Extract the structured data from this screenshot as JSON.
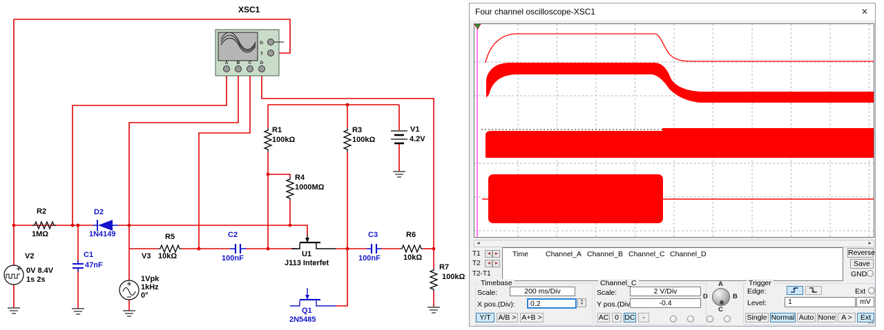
{
  "colors": {
    "wire": "#e00000",
    "component_blue": "#1414cc",
    "component_black": "#000000",
    "waveform": "#ff0000",
    "cursor": "#ff4dff",
    "scope_body": "#c9dcc9",
    "selected_btn_bg": "#cfe8f8",
    "selected_btn_border": "#3c7fb1"
  },
  "icons": {
    "close": "✕",
    "arrow_left": "◄",
    "arrow_right": "►",
    "spin_up": "▲",
    "spin_down": "▼",
    "scroll_left": "◄",
    "scroll_right": "►"
  },
  "circuit": {
    "xsc1": {
      "label": "XSC1",
      "g": "G",
      "t": "T",
      "a": "A",
      "b": "B",
      "c": "C",
      "d": "D"
    },
    "v2": {
      "name": "V2",
      "l1": "0V 8.4V",
      "l2": "1s 2s"
    },
    "r2": {
      "name": "R2",
      "value": "1MΩ"
    },
    "d2": {
      "name": "D2",
      "value": "1N4149"
    },
    "c1": {
      "name": "C1",
      "value": "47nF"
    },
    "v3": {
      "name": "V3",
      "l1": "1Vpk",
      "l2": "1kHz",
      "l3": "0°"
    },
    "r5": {
      "name": "R5",
      "value": "10kΩ"
    },
    "c2": {
      "name": "C2",
      "value": "100nF"
    },
    "u1": {
      "name": "U1",
      "value": "J113 Interfet"
    },
    "q1": {
      "name": "Q1",
      "value": "2N5485"
    },
    "r1": {
      "name": "R1",
      "value": "100kΩ"
    },
    "r4": {
      "name": "R4",
      "value": "1000MΩ"
    },
    "r3": {
      "name": "R3",
      "value": "100kΩ"
    },
    "v1": {
      "name": "V1",
      "value": "4.2V"
    },
    "c3": {
      "name": "C3",
      "value": "100nF"
    },
    "r6": {
      "name": "R6",
      "value": "10kΩ"
    },
    "r7": {
      "name": "R7",
      "value": "100kΩ"
    }
  },
  "osc": {
    "title": "Four channel oscilloscope-XSC1",
    "readout": {
      "t1": "T1",
      "t2": "T2",
      "t2t1": "T2-T1",
      "headers": [
        "Time",
        "Channel_A",
        "Channel_B",
        "Channel_C",
        "Channel_D"
      ],
      "reverse": "Reverse",
      "save": "Save",
      "gnd": "GND"
    },
    "timebase": {
      "title": "Timebase",
      "scale_label": "Scale:",
      "scale_value": "200 ms/Div",
      "xpos_label": "X pos.(Div):",
      "xpos_value": "0.2",
      "modes": [
        "Y/T",
        "A/B >",
        "A+B >"
      ]
    },
    "channel": {
      "title": "Channel_C",
      "scale_label": "Scale:",
      "scale_value": "2 V/Div",
      "ypos_label": "Y pos.(Div):",
      "ypos_value": "-0.4",
      "coupling": [
        "AC",
        "0",
        "DC",
        "-"
      ]
    },
    "knob": {
      "a": "A",
      "b": "B",
      "c": "C",
      "d": "D"
    },
    "trigger": {
      "title": "Trigger",
      "edge_label": "Edge:",
      "ext_label": "Ext",
      "level_label": "Level:",
      "level_value": "1",
      "level_unit": "mV",
      "modes": [
        "Single",
        "Normal",
        "Auto",
        "None",
        "A >",
        "Ext"
      ]
    }
  }
}
